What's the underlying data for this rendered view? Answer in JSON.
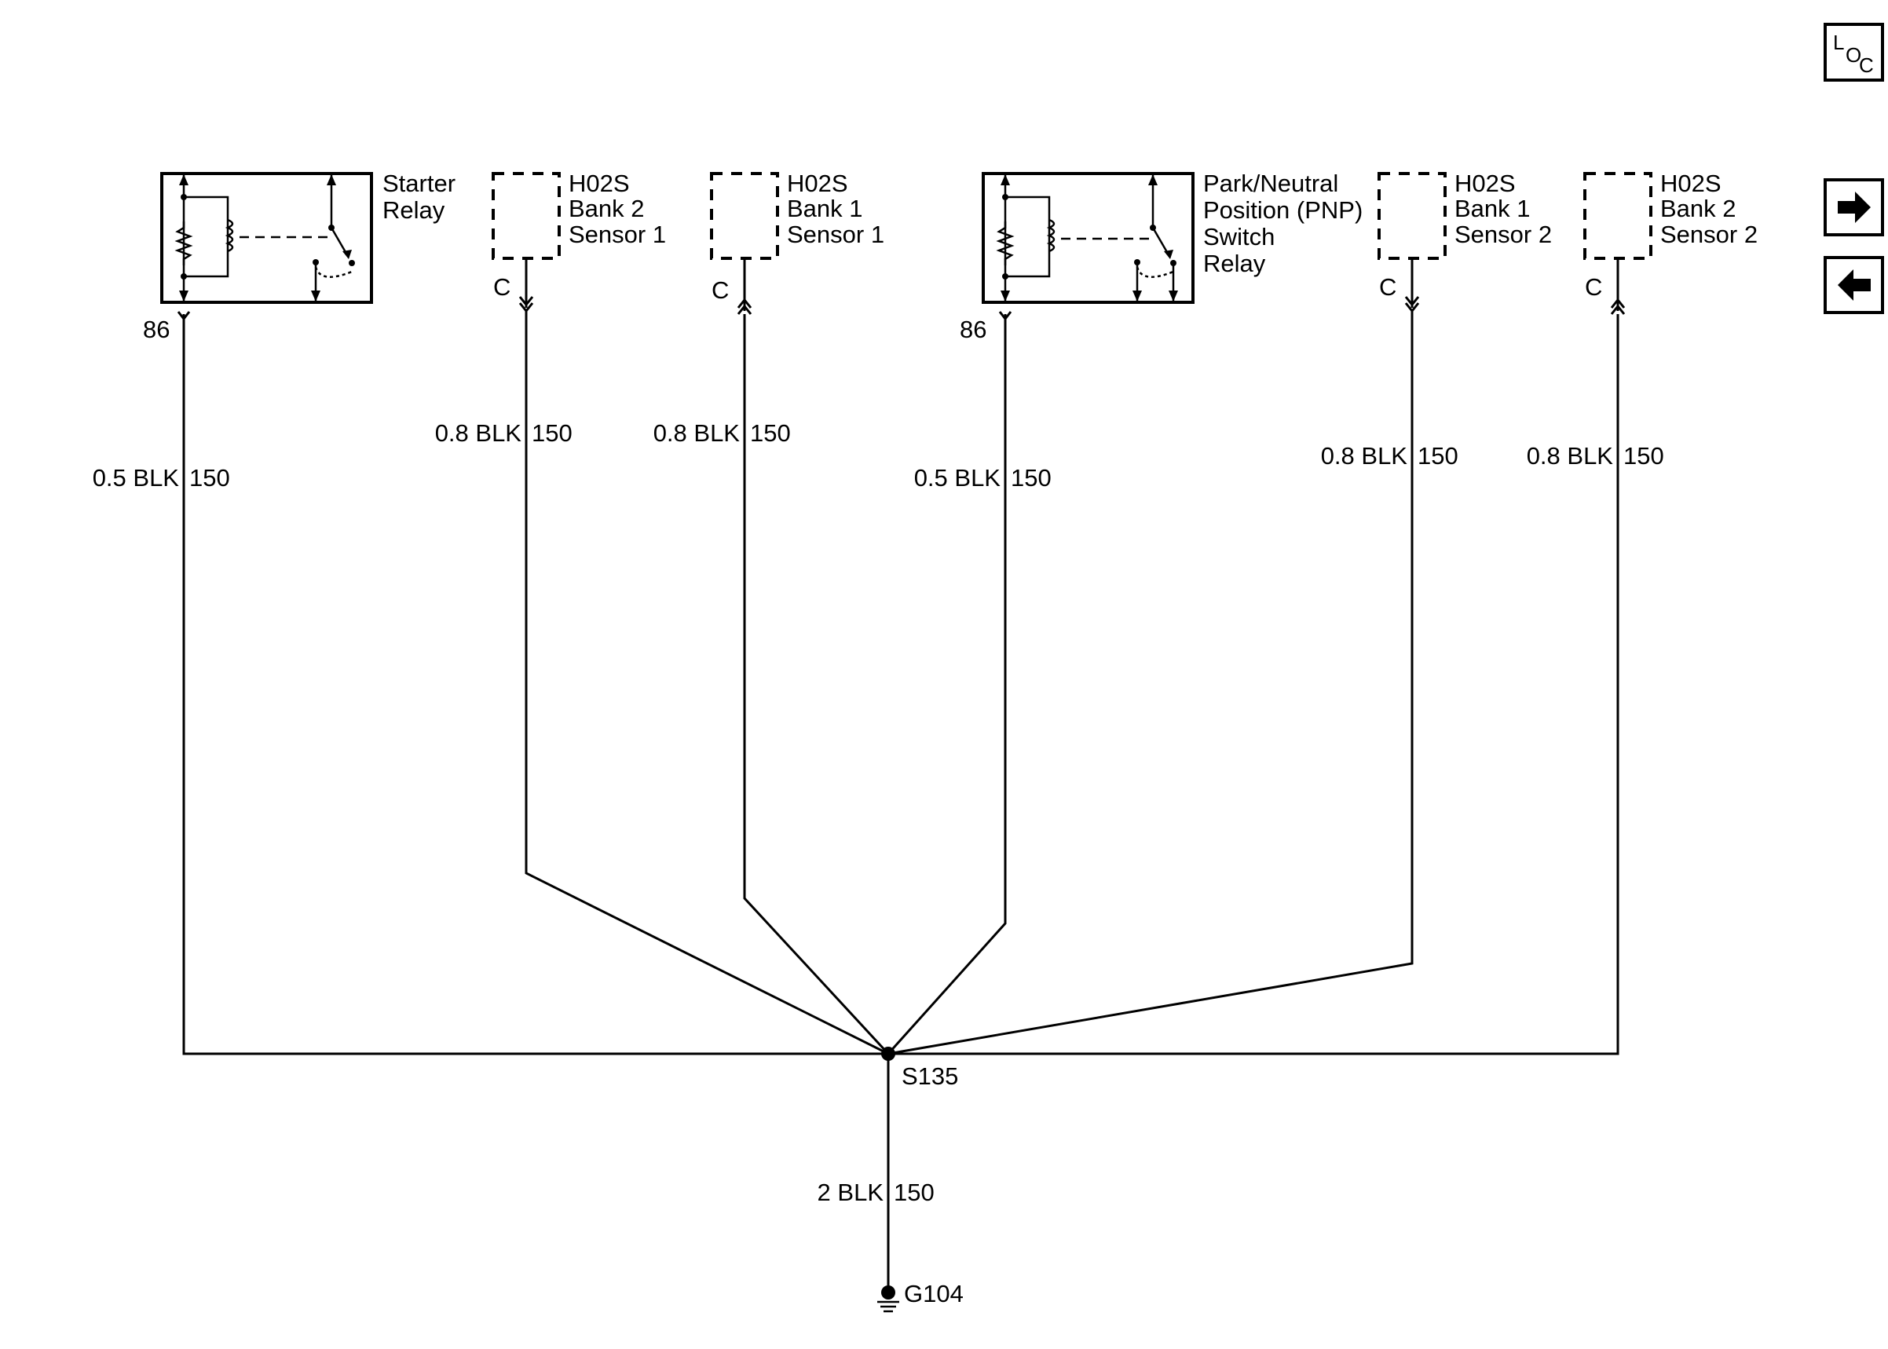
{
  "components": {
    "starter_relay": {
      "line1": "Starter",
      "line2": "Relay",
      "pin": "86",
      "wire": "0.5 BLK",
      "circuit": "150"
    },
    "h02s_b2s1": {
      "line1": "H02S",
      "line2": "Bank 2",
      "line3": "Sensor 1",
      "conn": "C",
      "wire": "0.8 BLK",
      "circuit": "150"
    },
    "h02s_b1s1": {
      "line1": "H02S",
      "line2": "Bank 1",
      "line3": "Sensor 1",
      "conn": "C",
      "wire": "0.8 BLK",
      "circuit": "150"
    },
    "pnp_relay": {
      "line1": "Park/Neutral",
      "line2": "Position (PNP)",
      "line3": "Switch",
      "line4": "Relay",
      "pin": "86",
      "wire": "0.5 BLK",
      "circuit": "150"
    },
    "h02s_b1s2": {
      "line1": "H02S",
      "line2": "Bank 1",
      "line3": "Sensor 2",
      "conn": "C",
      "wire": "0.8 BLK",
      "circuit": "150"
    },
    "h02s_b2s2": {
      "line1": "H02S",
      "line2": "Bank 2",
      "line3": "Sensor 2",
      "conn": "C",
      "wire": "0.8 BLK",
      "circuit": "150"
    }
  },
  "splice": {
    "label": "S135"
  },
  "ground_wire": {
    "wire": "2 BLK",
    "circuit": "150"
  },
  "ground": {
    "label": "G104"
  },
  "loc_button": {
    "l": "L",
    "o": "O",
    "c": "C"
  },
  "icons": {
    "next": "arrow-right-icon",
    "prev": "arrow-left-icon",
    "ground": "ground-icon"
  }
}
